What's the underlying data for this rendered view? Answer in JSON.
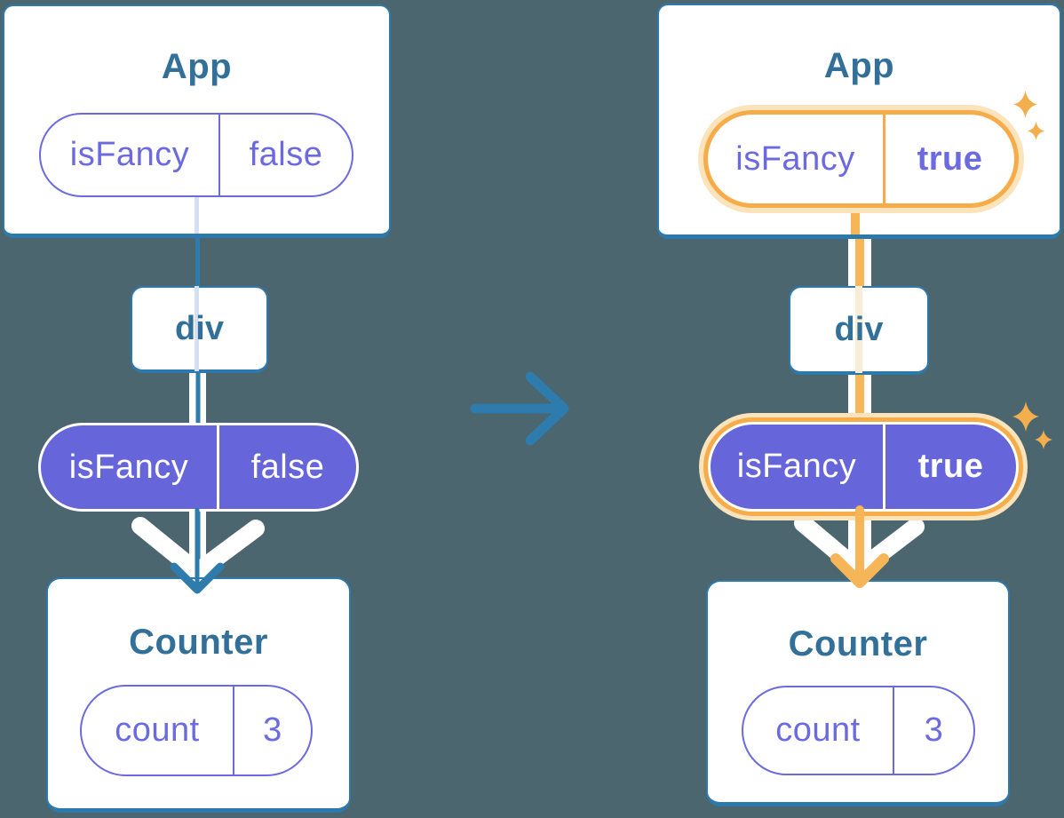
{
  "colors": {
    "background": "#4C666F",
    "card": "#FFFFFF",
    "card_border": "#2E79AC",
    "component_title": "#337099",
    "purple": "#6B6ADF",
    "purple_fill": "#6765DA",
    "lavender_trace": "#D7DFF5",
    "blue_flow": "#2E7BAE",
    "orange_highlight": "#F5AC49",
    "orange_glow": "#FBE3BC",
    "cream_trace": "#FAEDD8",
    "orange_arrow": "#F6B557",
    "sparkle": "#F3AE4E",
    "pill_text_on_purple": "#FFFFFF"
  },
  "panels": {
    "before": {
      "app_title": "App",
      "app_prop_name": "isFancy",
      "app_prop_value": "false",
      "div_label": "div",
      "passed_prop_name": "isFancy",
      "passed_prop_value": "false",
      "counter_title": "Counter",
      "state_name": "count",
      "state_value": "3"
    },
    "after": {
      "app_title": "App",
      "app_prop_name": "isFancy",
      "app_prop_value": "true",
      "div_label": "div",
      "passed_prop_name": "isFancy",
      "passed_prop_value": "true",
      "counter_title": "Counter",
      "state_name": "count",
      "state_value": "3"
    }
  }
}
